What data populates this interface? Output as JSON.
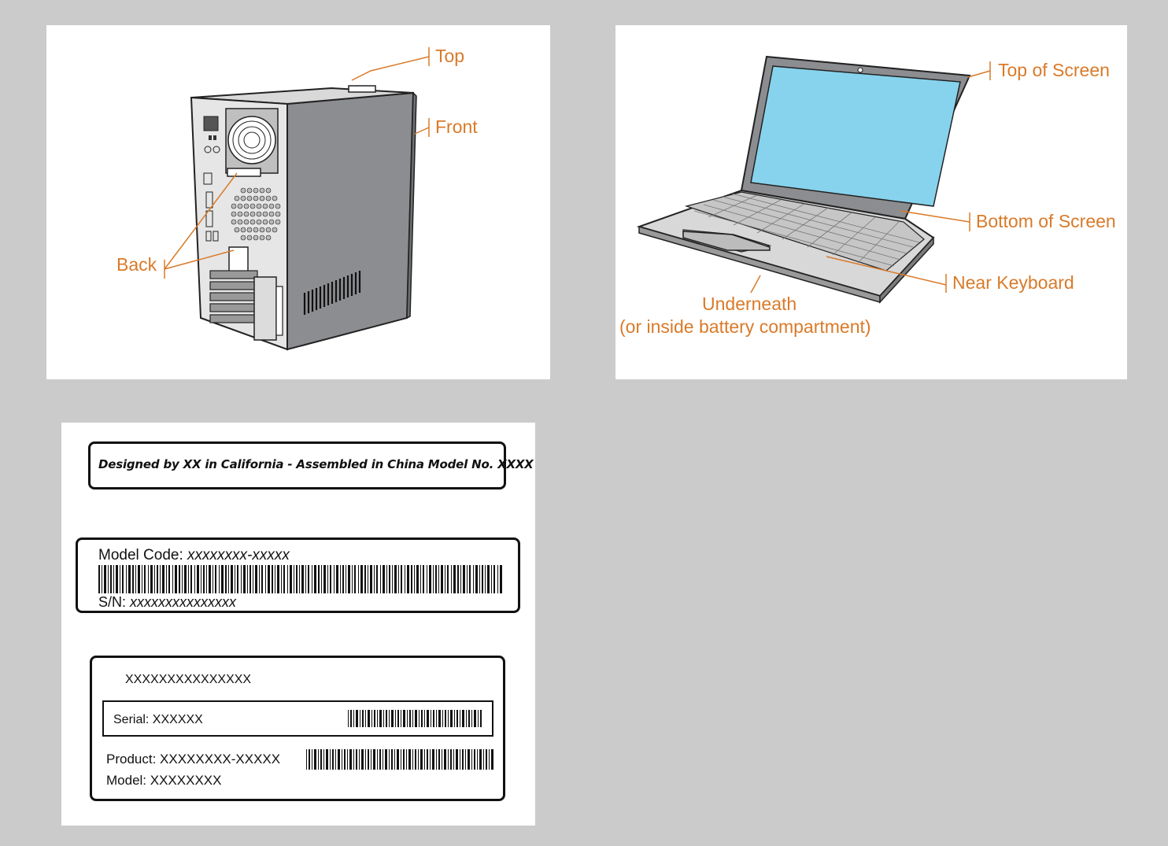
{
  "tower": {
    "callouts": {
      "top": "Top",
      "front": "Front",
      "back": "Back"
    },
    "accent_color": "#d97a29"
  },
  "laptop": {
    "callouts": {
      "top_of_screen": "Top of Screen",
      "bottom_of_screen": "Bottom of Screen",
      "near_keyboard": "Near Keyboard",
      "underneath": "Underneath",
      "underneath_note": "(or inside battery compartment)"
    },
    "screen_color": "#87d3ee"
  },
  "labels": {
    "label1": {
      "text": "Designed by XX in California - Assembled in China Model No. XXXX"
    },
    "label2": {
      "model_code_label": "Model Code:",
      "model_code_value": "xxxxxxxx-xxxxx",
      "sn_label": "S/N:",
      "sn_value": "xxxxxxxxxxxxxxx"
    },
    "label3": {
      "header": "XXXXXXXXXXXXXXX",
      "serial": "Serial: XXXXXX",
      "product": "Product: XXXXXXXX-XXXXX",
      "model": "Model: XXXXXXXX"
    }
  }
}
